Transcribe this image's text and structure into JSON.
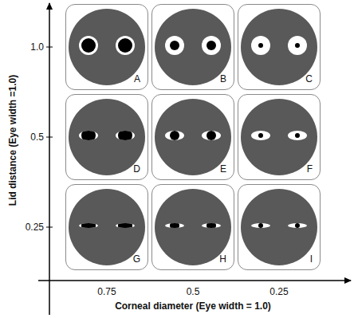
{
  "diagram": {
    "nodes": [
      {
        "text": [
          "A"
        ]
      },
      {
        "text": [
          "B"
        ]
      },
      {
        "text": [
          "C"
        ]
      },
      {
        "text": [
          "D"
        ]
      },
      {
        "text": [
          "E"
        ]
      },
      {
        "text": [
          "F"
        ]
      },
      {
        "text": [
          "G"
        ]
      },
      {
        "text": [
          "H"
        ]
      },
      {
        "text": [
          "I"
        ]
      }
    ],
    "labels": [
      "1.0",
      "0.5",
      "0.25",
      "0.75",
      "0.5",
      "0.25",
      "Lid distance (Eye width =1.0)",
      "Corneal diameter (Eye width = 1.0)"
    ]
  }
}
